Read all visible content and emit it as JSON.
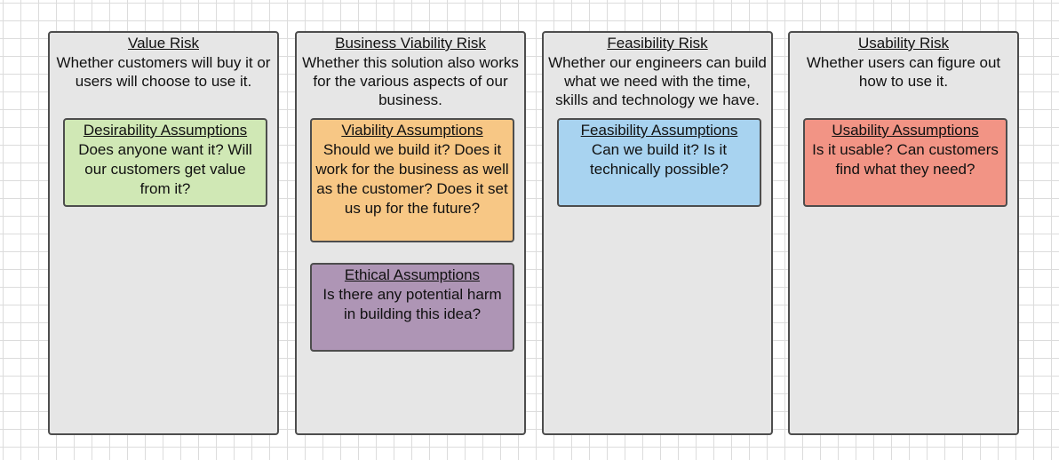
{
  "columns": [
    {
      "title": "Value Risk",
      "description": "Whether customers will buy it or users will choose to use it.",
      "cards": [
        {
          "title": "Desirability Assumptions",
          "body": "Does anyone want it? Will our customers get value from it?",
          "color": "#d0e8b5"
        }
      ]
    },
    {
      "title": "Business Viability Risk",
      "description": "Whether this solution also works for the various aspects of our business.",
      "cards": [
        {
          "title": "Viability Assumptions",
          "body": "Should we build it? Does it work for the business as well as the customer? Does it set us up for the future?",
          "color": "#f7c785"
        },
        {
          "title": "Ethical Assumptions",
          "body": "Is there any potential harm in building this idea?",
          "color": "#ae95b5"
        }
      ]
    },
    {
      "title": "Feasibility Risk",
      "description": "Whether our engineers can build what we need with the time, skills and technology we have.",
      "cards": [
        {
          "title": "Feasibility Assumptions",
          "body": "Can we build it? Is it technically possible?",
          "color": "#a8d3f0"
        }
      ]
    },
    {
      "title": "Usability Risk",
      "description": "Whether users can figure out how to use it.",
      "cards": [
        {
          "title": "Usability Assumptions",
          "body": "Is it usable? Can customers find what they need?",
          "color": "#f29485"
        }
      ]
    }
  ]
}
